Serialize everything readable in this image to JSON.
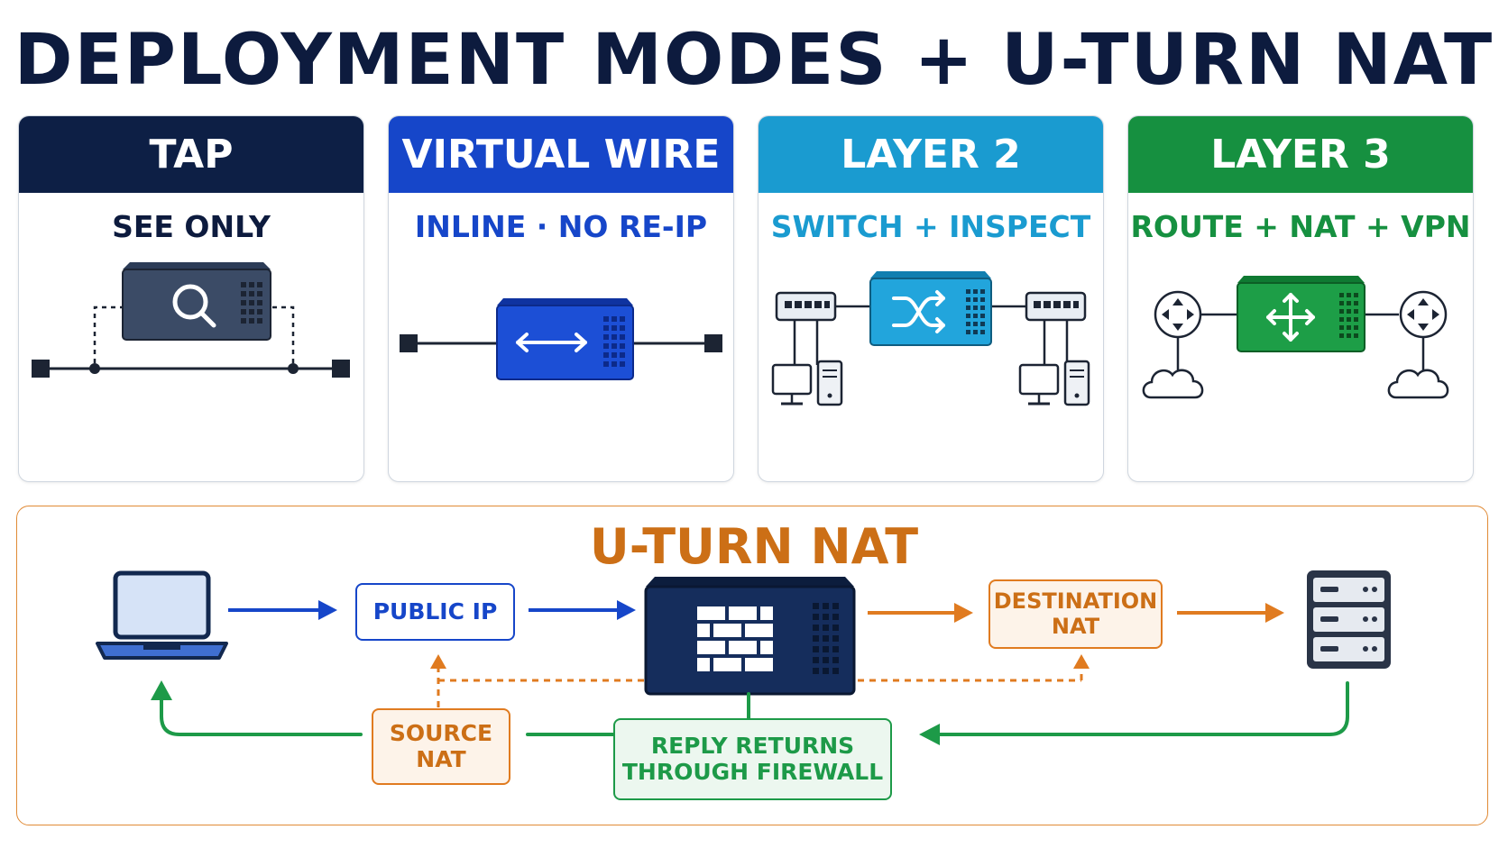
{
  "title": "DEPLOYMENT MODES + U-TURN NAT",
  "modes": [
    {
      "name": "TAP",
      "tagline": "SEE ONLY",
      "color": "#0d1f45"
    },
    {
      "name": "VIRTUAL WIRE",
      "tagline": "INLINE · NO RE-IP",
      "color": "#1646c9"
    },
    {
      "name": "LAYER 2",
      "tagline": "SWITCH + INSPECT",
      "color": "#1a9bd0"
    },
    {
      "name": "LAYER 3",
      "tagline": "ROUTE + NAT + VPN",
      "color": "#169040"
    }
  ],
  "uturn": {
    "title": "U-TURN NAT",
    "public_ip": "PUBLIC IP",
    "destination_nat": "DESTINATION NAT",
    "source_nat": "SOURCE NAT",
    "reply": "REPLY RETURNS THROUGH FIREWALL",
    "colors": {
      "blue": "#1646c9",
      "orange": "#e07b20",
      "green": "#1d9a48",
      "navy": "#12284f"
    }
  }
}
